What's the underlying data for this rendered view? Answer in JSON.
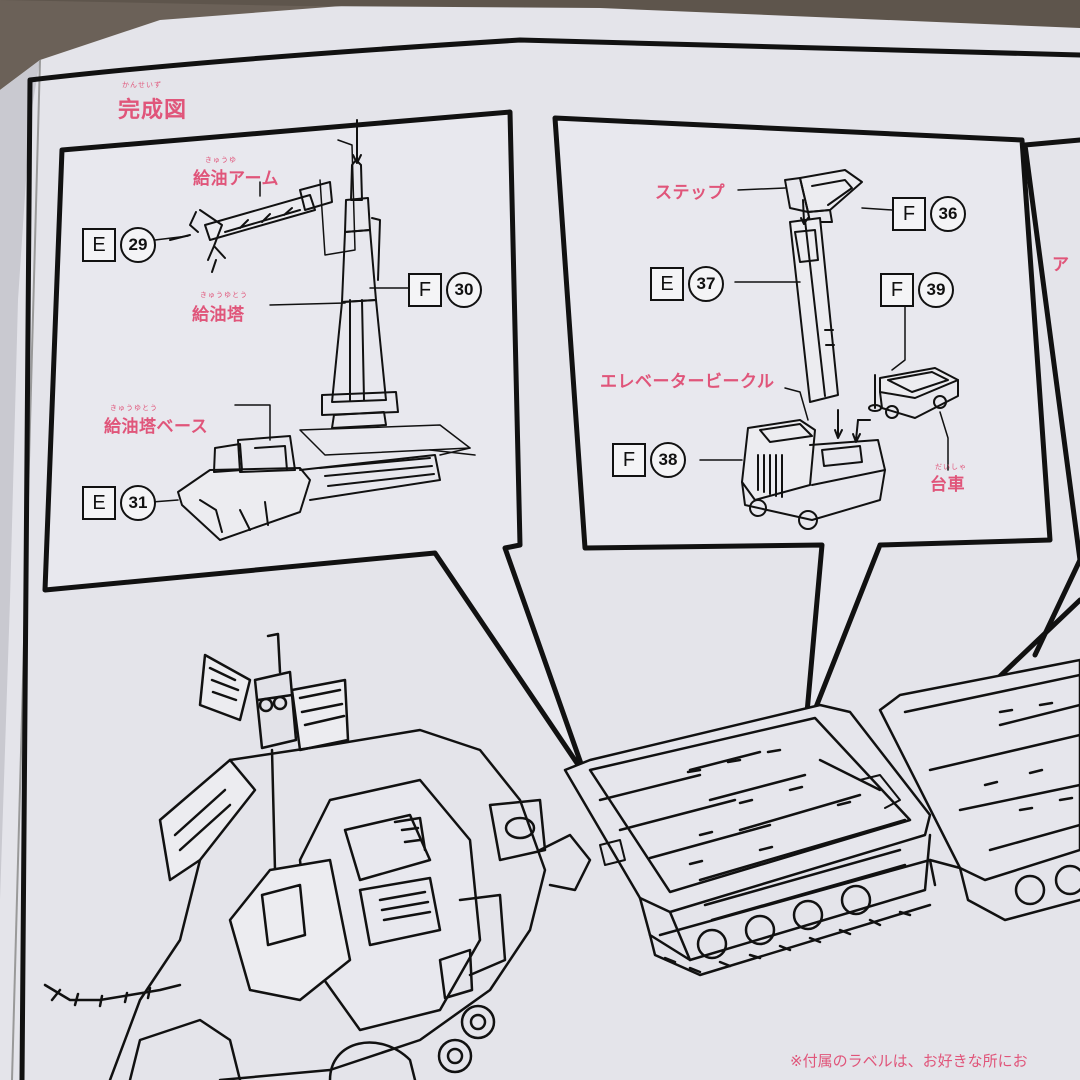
{
  "title": "完成図",
  "title_ruby": "かんせいず",
  "panel_left": {
    "labels": {
      "arm": "給油アーム",
      "arm_ruby": "きゅうゆ",
      "tower": "給油塔",
      "tower_ruby": "きゅうゆとう",
      "base": "給油塔ベース",
      "base_ruby": "きゅうゆとう"
    },
    "parts": [
      {
        "letter": "E",
        "number": "29"
      },
      {
        "letter": "F",
        "number": "30"
      },
      {
        "letter": "E",
        "number": "31"
      }
    ]
  },
  "panel_middle": {
    "labels": {
      "step": "ステップ",
      "elevator": "エレベータービークル",
      "cart": "台車",
      "cart_ruby": "だいしゃ"
    },
    "parts": [
      {
        "letter": "F",
        "number": "36"
      },
      {
        "letter": "E",
        "number": "37"
      },
      {
        "letter": "F",
        "number": "39"
      },
      {
        "letter": "F",
        "number": "38"
      }
    ]
  },
  "panel_right": {
    "label_fragment": "ア"
  },
  "footnote": "※付属のラベルは、お好きな所にお"
}
